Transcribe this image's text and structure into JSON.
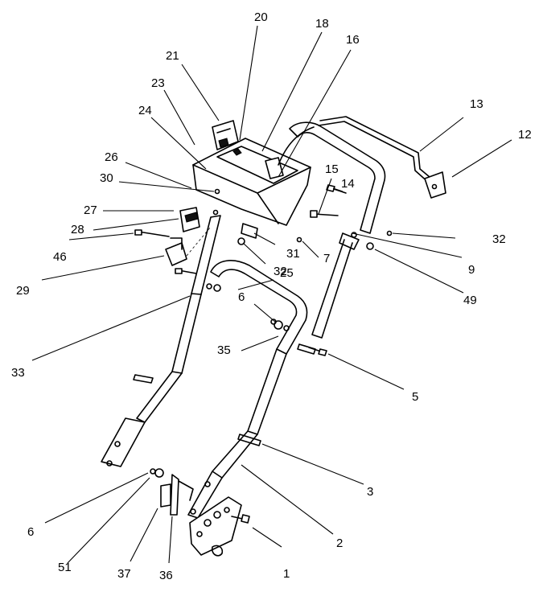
{
  "callouts": [
    {
      "id": "1",
      "label": "1"
    },
    {
      "id": "2",
      "label": "2"
    },
    {
      "id": "3",
      "label": "3"
    },
    {
      "id": "5",
      "label": "5"
    },
    {
      "id": "6a",
      "label": "6"
    },
    {
      "id": "6b",
      "label": "6"
    },
    {
      "id": "7",
      "label": "7"
    },
    {
      "id": "9",
      "label": "9"
    },
    {
      "id": "12",
      "label": "12"
    },
    {
      "id": "13",
      "label": "13"
    },
    {
      "id": "14",
      "label": "14"
    },
    {
      "id": "15",
      "label": "15"
    },
    {
      "id": "16",
      "label": "16"
    },
    {
      "id": "18",
      "label": "18"
    },
    {
      "id": "20",
      "label": "20"
    },
    {
      "id": "21",
      "label": "21"
    },
    {
      "id": "23",
      "label": "23"
    },
    {
      "id": "24",
      "label": "24"
    },
    {
      "id": "25",
      "label": "25"
    },
    {
      "id": "26",
      "label": "26"
    },
    {
      "id": "27",
      "label": "27"
    },
    {
      "id": "28",
      "label": "28"
    },
    {
      "id": "29",
      "label": "29"
    },
    {
      "id": "30",
      "label": "30"
    },
    {
      "id": "31",
      "label": "31"
    },
    {
      "id": "32a",
      "label": "32"
    },
    {
      "id": "32b",
      "label": "32"
    },
    {
      "id": "33",
      "label": "33"
    },
    {
      "id": "35",
      "label": "35"
    },
    {
      "id": "36",
      "label": "36"
    },
    {
      "id": "37",
      "label": "37"
    },
    {
      "id": "46",
      "label": "46"
    },
    {
      "id": "49",
      "label": "49"
    },
    {
      "id": "51",
      "label": "51"
    }
  ]
}
